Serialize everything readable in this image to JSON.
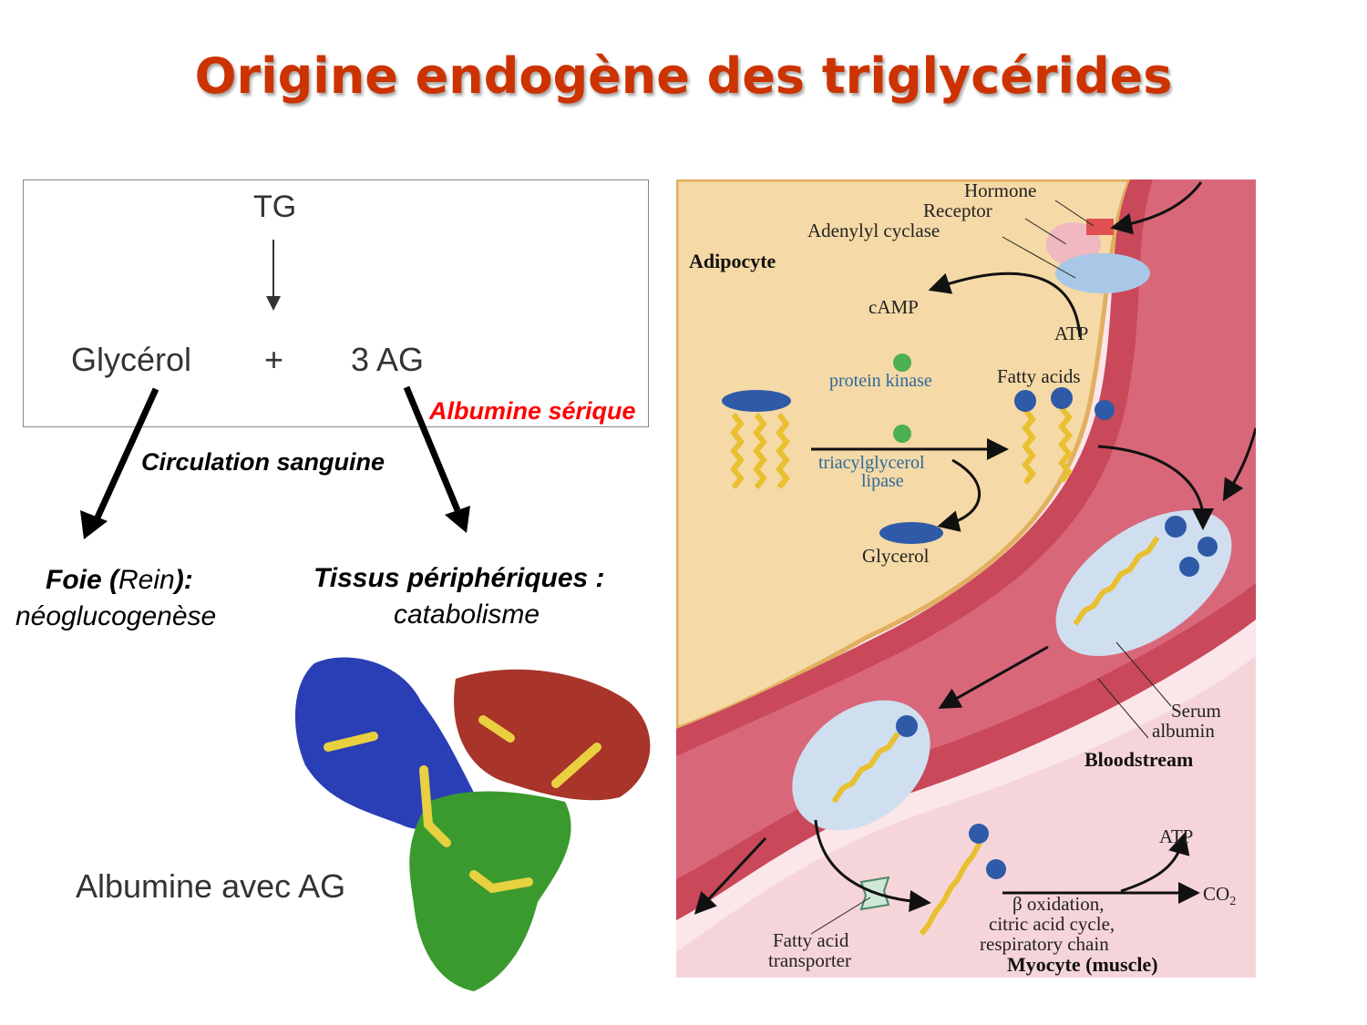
{
  "title": "Origine endogène des triglycérides",
  "scheme": {
    "tg": "TG",
    "glycerol": "Glycérol",
    "plus": "+",
    "ag": "3 AG",
    "albumine_serique": "Albumine sérique",
    "circulation": "Circulation sanguine",
    "foie_bold": "Foie ",
    "foie_paren_open": "(",
    "foie_rein": "Rein",
    "foie_paren_close": "):",
    "foie_sub": "néoglucogenèse",
    "tissus": "Tissus périphériques :",
    "tissus_sub": "catabolisme",
    "albumine_ag": "Albumine avec AG"
  },
  "colors": {
    "title": "#cc3300",
    "albumine_serique": "#ff0000"
  },
  "figure": {
    "hormone": "Hormone",
    "receptor": "Receptor",
    "adenylyl_cyclase": "Adenylyl cyclase",
    "adipocyte": "Adipocyte",
    "camp": "cAMP",
    "atp_top": "ATP",
    "protein_kinase": "protein kinase",
    "fatty_acids": "Fatty acids",
    "tag_lipase_1": "triacylglycerol",
    "tag_lipase_2": "lipase",
    "glycerol": "Glycerol",
    "serum_albumin_1": "Serum",
    "serum_albumin_2": "albumin",
    "bloodstream": "Bloodstream",
    "atp_bottom": "ATP",
    "co2": "CO",
    "co2_sub": "2",
    "beta_1": "β oxidation,",
    "beta_2": "citric acid cycle,",
    "beta_3": "respiratory chain",
    "myocyte": "Myocyte (muscle)",
    "transporter_1": "Fatty acid",
    "transporter_2": "transporter"
  }
}
